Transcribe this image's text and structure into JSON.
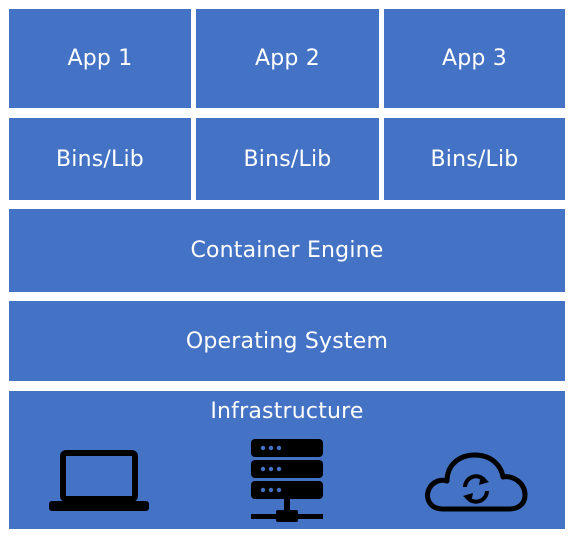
{
  "apps": [
    "App 1",
    "App 2",
    "App 3"
  ],
  "bins": [
    "Bins/Lib",
    "Bins/Lib",
    "Bins/Lib"
  ],
  "container_engine": "Container Engine",
  "operating_system": "Operating System",
  "infrastructure": {
    "label": "Infrastructure",
    "icons": [
      "laptop-icon",
      "server-icon",
      "cloud-sync-icon"
    ]
  },
  "colors": {
    "block": "#4472c4",
    "text": "#ffffff",
    "icon": "#000000",
    "background": "#ffffff"
  }
}
